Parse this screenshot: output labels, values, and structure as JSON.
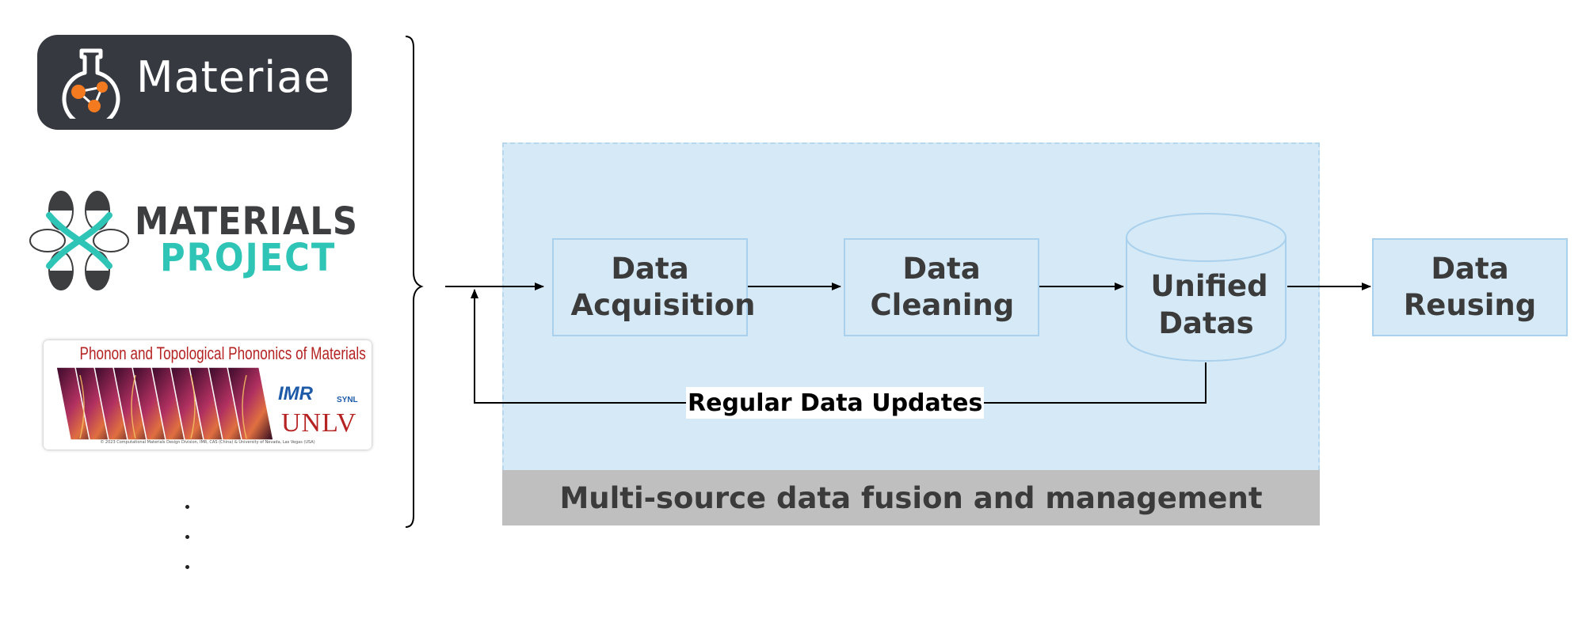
{
  "sources": {
    "materiae": {
      "name": "Materiae",
      "icon": "flask-icon"
    },
    "materials_project": {
      "line1": "MATERIALS",
      "line2": "PROJECT",
      "icon": "materials-project-knot-icon"
    },
    "phonon": {
      "title": "Phonon and Topological Phononics of Materials",
      "imr": "IMR",
      "synl": "SYNL",
      "unlv": "UNLV",
      "footer": "© 2023 Computational Materials Design Division, IMR, CAS (China) & University of Nevada, Las Vegas (USA)"
    },
    "more": "more-sources-ellipsis"
  },
  "flow": {
    "acquisition": "Data Acquisition",
    "cleaning": "Data Cleaning",
    "unified": "Unified Datas",
    "reusing": "Data Reusing",
    "updates": "Regular Data Updates",
    "fusion": "Multi-source data fusion and management"
  },
  "colors": {
    "box_fill": "#d5e9f6",
    "box_border": "#a9d0ec",
    "band": "#bfbfbf",
    "materiae_bg": "#363a40",
    "materiae_orange": "#f47a20",
    "mp_teal": "#2ec4b6",
    "phonon_red": "#b52323",
    "phonon_blue": "#1d5aa8"
  }
}
